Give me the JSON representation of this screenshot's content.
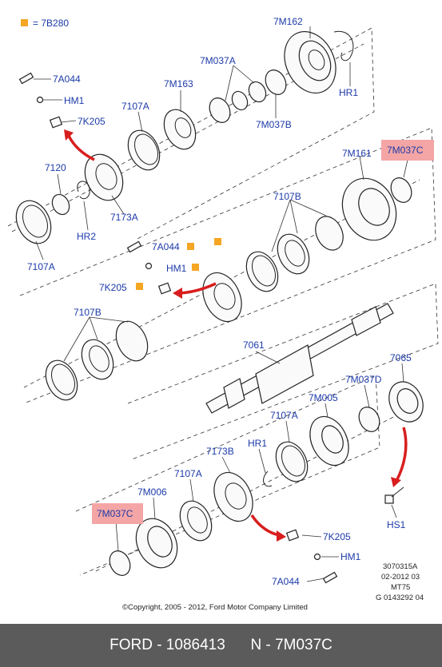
{
  "legend": {
    "symbol_text": "= 7B280"
  },
  "labels": {
    "l_7M162": "7M162",
    "l_7M037A": "7M037A",
    "l_7A044_top": "7A044",
    "l_HM1_top": "HM1",
    "l_7M163": "7M163",
    "l_HR1_top": "HR1",
    "l_7107A_top": "7107A",
    "l_7K205_top": "7K205",
    "l_7M037B": "7M037B",
    "l_7M161": "7M161",
    "l_7M037C_top": "7M037C",
    "l_7120": "7120",
    "l_7173A": "7173A",
    "l_HR2": "HR2",
    "l_7107A_left": "7107A",
    "l_7107B_mid": "7107B",
    "l_7A044_mid": "7A044",
    "l_HM1_mid": "HM1",
    "l_7K205_mid": "7K205",
    "l_7107B_left": "7107B",
    "l_7061": "7061",
    "l_7065": "7065",
    "l_7M037D": "7M037D",
    "l_7M005": "7M005",
    "l_7107A_low": "7107A",
    "l_HR1_low": "HR1",
    "l_7173B": "7173B",
    "l_7107A_bot": "7107A",
    "l_7M006": "7M006",
    "l_7M037C_bot": "7M037C",
    "l_HS1": "HS1",
    "l_7K205_bot": "7K205",
    "l_HM1_bot": "HM1",
    "l_7A044_bot": "7A044"
  },
  "notes": {
    "ref1": "3070315A",
    "ref2": "02-2012 03",
    "ref3": "MT75",
    "ref4": "G 0143292 04",
    "copyright": "©Copyright, 2005 - 2012, Ford Motor Company Limited"
  },
  "footer": {
    "left": "FORD - 1086413",
    "right": "N - 7M037C"
  },
  "colors": {
    "label": "#1c3aa9",
    "highlight": "#f4a5a5",
    "arrow": "#d81e1e",
    "legend_square": "#f5a623",
    "footer_bg": "#5b5b5b"
  }
}
